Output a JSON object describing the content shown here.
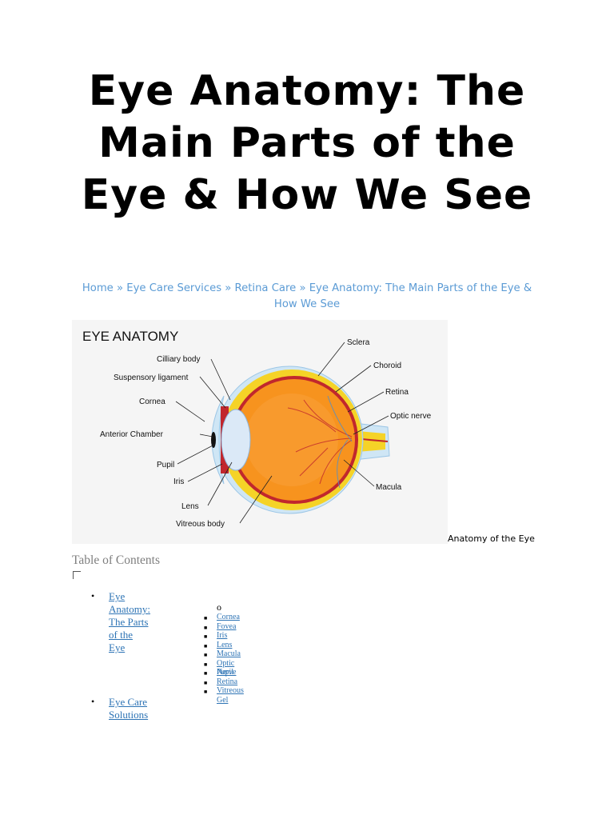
{
  "page": {
    "title": "Eye Anatomy: The Main Parts of the Eye & How We See"
  },
  "breadcrumb": {
    "separator": "»",
    "items": [
      "Home",
      "Eye Care Services",
      "Retina Care"
    ],
    "current": "Eye Anatomy: The Main Parts of the Eye & How We See"
  },
  "figure": {
    "heading": "EYE ANATOMY",
    "labels": {
      "cilliary_body": "Cilliary body",
      "suspensory_ligament": "Suspensory ligament",
      "cornea": "Cornea",
      "anterior_chamber": "Anterior Chamber",
      "pupil": "Pupil",
      "iris": "Iris",
      "lens": "Lens",
      "vitreous_body": "Vitreous body",
      "sclera": "Sclera",
      "choroid": "Choroid",
      "retina": "Retina",
      "optic_nerve": "Optic nerve",
      "macula": "Macula"
    },
    "caption": "Anatomy of the Eye"
  },
  "toc": {
    "title": "Table of Contents",
    "items": [
      {
        "label": "Eye Anatomy: The Parts of the Eye",
        "sub_marker": "o",
        "children": [
          "Cornea",
          "Fovea",
          "Iris",
          "Lens",
          "Macula",
          "Optic Nerve",
          "Pupil",
          "Retina",
          "Vitreous Gel"
        ]
      },
      {
        "label": "Eye Care Solutions"
      }
    ]
  },
  "colors": {
    "link": "#2e74b5",
    "breadcrumb": "#5b9bd5",
    "toc_title": "#7f7f7f",
    "eyeball_orange": "#f7931e",
    "sclera_yellow": "#f5d327",
    "choroid_red": "#c1272d",
    "lens_blue": "#dbe9f7",
    "outer_blue": "#cfe6f5"
  }
}
